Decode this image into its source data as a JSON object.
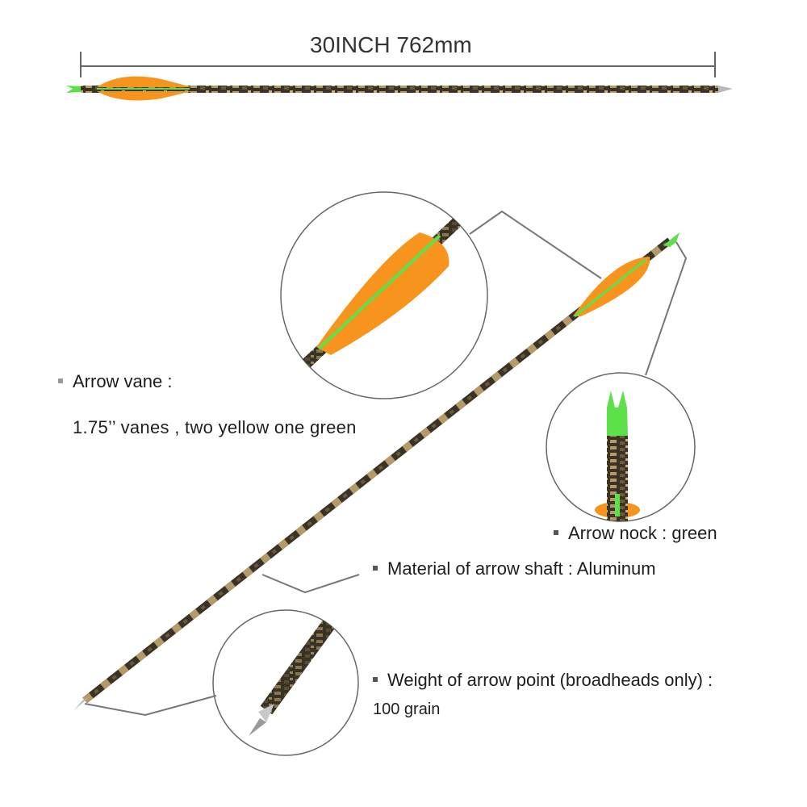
{
  "dimension": {
    "label": "30INCH   762mm"
  },
  "callouts": {
    "vane": {
      "title": "Arrow  vane :",
      "detail": "1.75’’ vanes , two yellow one green"
    },
    "nock": {
      "text": "Arrow nock : green"
    },
    "shaft": {
      "text": "Material of arrow shaft : Aluminum"
    },
    "point": {
      "title": "Weight of arrow point (broadheads only) :",
      "detail": "100 grain"
    }
  },
  "colors": {
    "vane": "#f7941d",
    "nock": "#5de04a",
    "shaft_dark": "#3a3326",
    "shaft_light": "#b39a68",
    "leader": "#777777",
    "point": "#b8b8b8"
  }
}
